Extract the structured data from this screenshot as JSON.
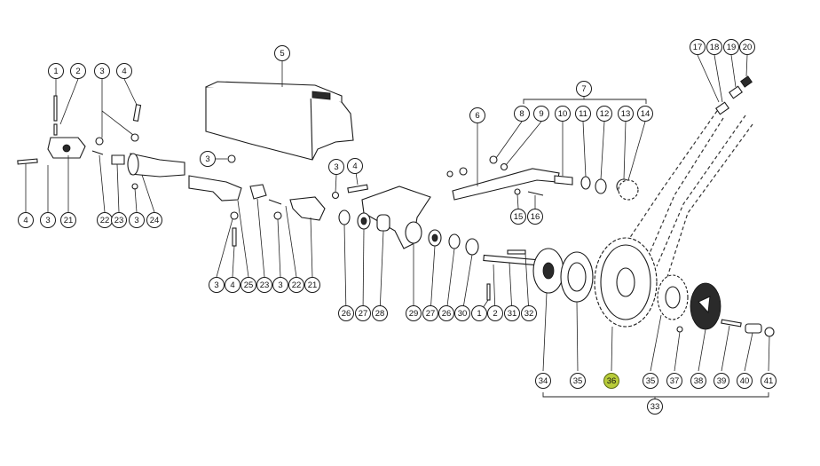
{
  "callouts": [
    {
      "label": "1"
    },
    {
      "label": "2"
    },
    {
      "label": "3"
    },
    {
      "label": "4"
    },
    {
      "label": "4"
    },
    {
      "label": "3"
    },
    {
      "label": "21"
    },
    {
      "label": "22"
    },
    {
      "label": "23"
    },
    {
      "label": "3"
    },
    {
      "label": "24"
    },
    {
      "label": "5"
    },
    {
      "label": "3"
    },
    {
      "label": "3"
    },
    {
      "label": "4"
    },
    {
      "label": "25"
    },
    {
      "label": "23"
    },
    {
      "label": "3"
    },
    {
      "label": "22"
    },
    {
      "label": "21"
    },
    {
      "label": "3"
    },
    {
      "label": "4"
    },
    {
      "label": "26"
    },
    {
      "label": "27"
    },
    {
      "label": "28"
    },
    {
      "label": "29"
    },
    {
      "label": "27"
    },
    {
      "label": "26"
    },
    {
      "label": "30"
    },
    {
      "label": "1"
    },
    {
      "label": "2"
    },
    {
      "label": "31"
    },
    {
      "label": "32"
    },
    {
      "label": "6"
    },
    {
      "label": "7"
    },
    {
      "label": "8"
    },
    {
      "label": "9"
    },
    {
      "label": "10"
    },
    {
      "label": "11"
    },
    {
      "label": "12"
    },
    {
      "label": "13"
    },
    {
      "label": "14"
    },
    {
      "label": "15"
    },
    {
      "label": "16"
    },
    {
      "label": "17"
    },
    {
      "label": "18"
    },
    {
      "label": "19"
    },
    {
      "label": "20"
    },
    {
      "label": "34"
    },
    {
      "label": "35"
    },
    {
      "label": "36"
    },
    {
      "label": "35"
    },
    {
      "label": "37"
    },
    {
      "label": "38"
    },
    {
      "label": "39"
    },
    {
      "label": "40"
    },
    {
      "label": "41"
    },
    {
      "label": "33"
    }
  ],
  "highlight_color": "#b8cc3a",
  "highlighted_label": "36"
}
